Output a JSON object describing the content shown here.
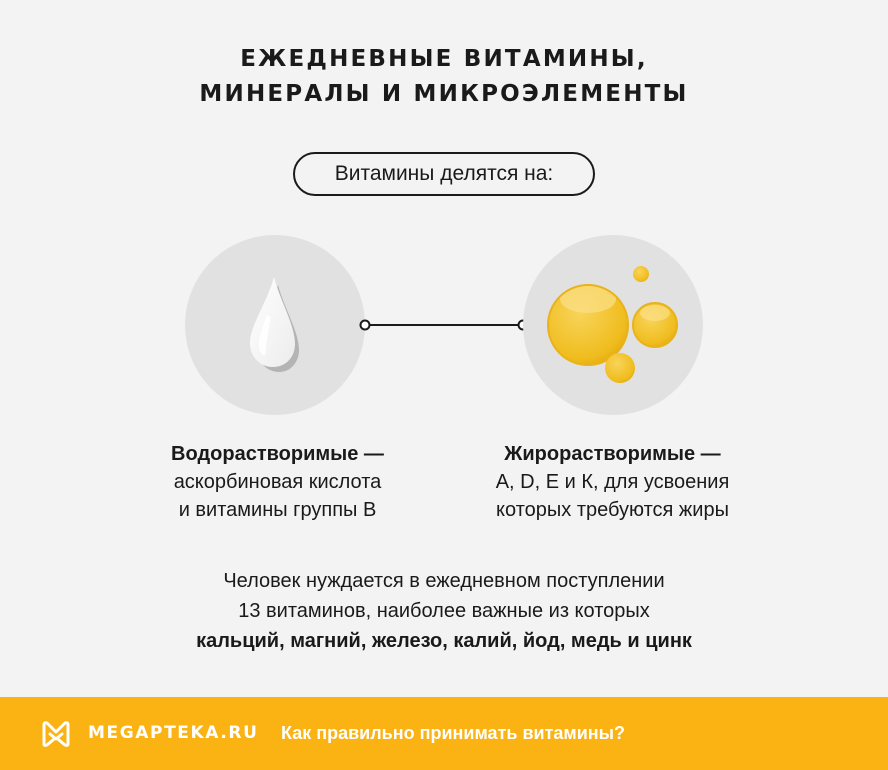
{
  "title": {
    "line1": "ЕЖЕДНЕВНЫЕ ВИТАМИНЫ,",
    "line2": "МИНЕРАЛЫ И МИКРОЭЛЕМЕНТЫ"
  },
  "pill_label": "Витамины делятся на:",
  "water_soluble": {
    "heading": "Водорастворимые —",
    "line1": "аскорбиновая кислота",
    "line2": "и витамины группы В",
    "icon": "water-drop-icon"
  },
  "fat_soluble": {
    "heading": "Жирорастворимые —",
    "line1": "A, D, E и К, для усвоения",
    "line2": "которых требуются жиры",
    "icon": "oil-drops-icon"
  },
  "summary": {
    "line1": "Человек нуждается в ежедневном поступлении",
    "line2": "13 витаминов, наиболее важные из которых",
    "line3": "кальций, магний, железо, калий, йод, медь и цинк"
  },
  "footer": {
    "brand": "MEGAPTEKA.RU",
    "link": "Как правильно принимать витамины?",
    "logo_icon": "megapteka-logo-icon"
  },
  "colors": {
    "background": "#f3f3f3",
    "circle": "#e1e1e1",
    "footer": "#fbb314",
    "oil": "#f3c12a",
    "text": "#1a1a1a"
  }
}
